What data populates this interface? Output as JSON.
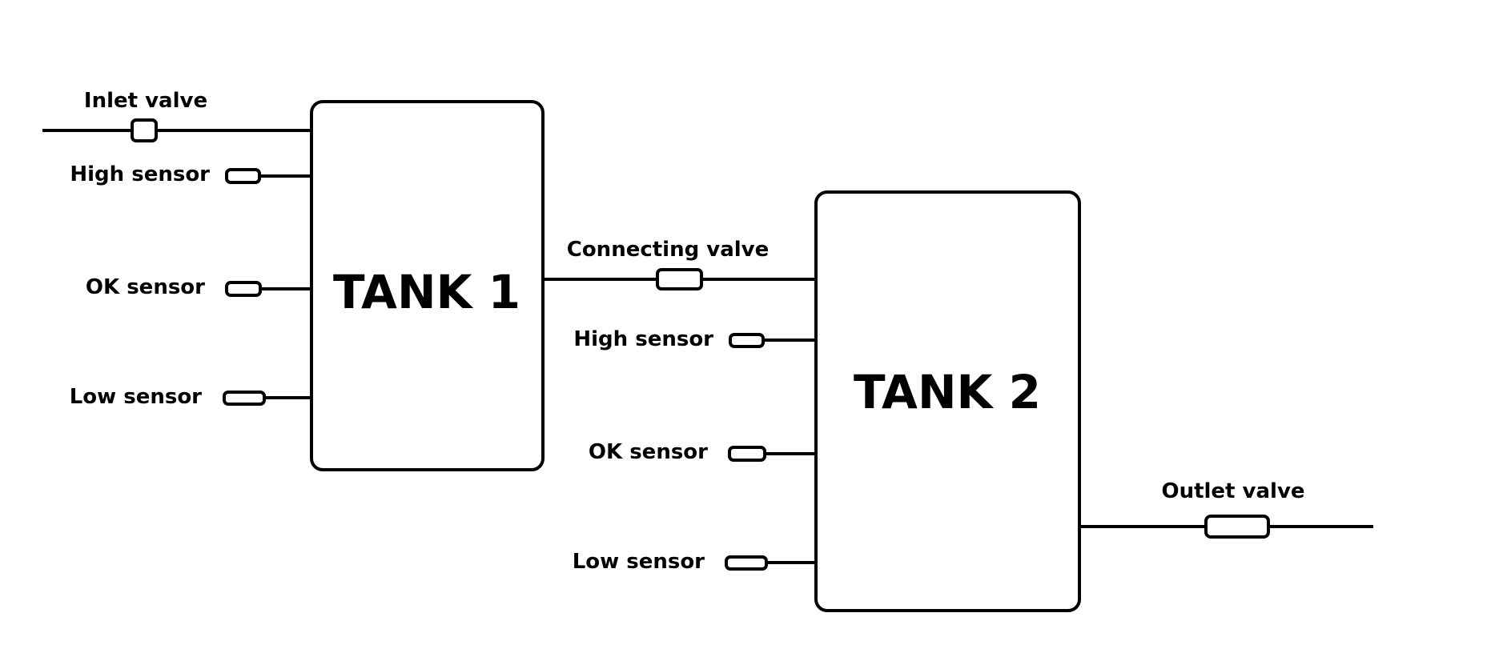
{
  "tank1": {
    "title": "TANK 1",
    "inlet_valve_label": "Inlet valve",
    "high_sensor_label": "High sensor",
    "ok_sensor_label": "OK sensor",
    "low_sensor_label": "Low sensor"
  },
  "connecting_valve_label": "Connecting valve",
  "tank2": {
    "title": "TANK 2",
    "high_sensor_label": "High sensor",
    "ok_sensor_label": "OK sensor",
    "low_sensor_label": "Low sensor",
    "outlet_valve_label": "Outlet valve"
  },
  "colors": {
    "stroke": "#000000",
    "background": "#ffffff"
  }
}
